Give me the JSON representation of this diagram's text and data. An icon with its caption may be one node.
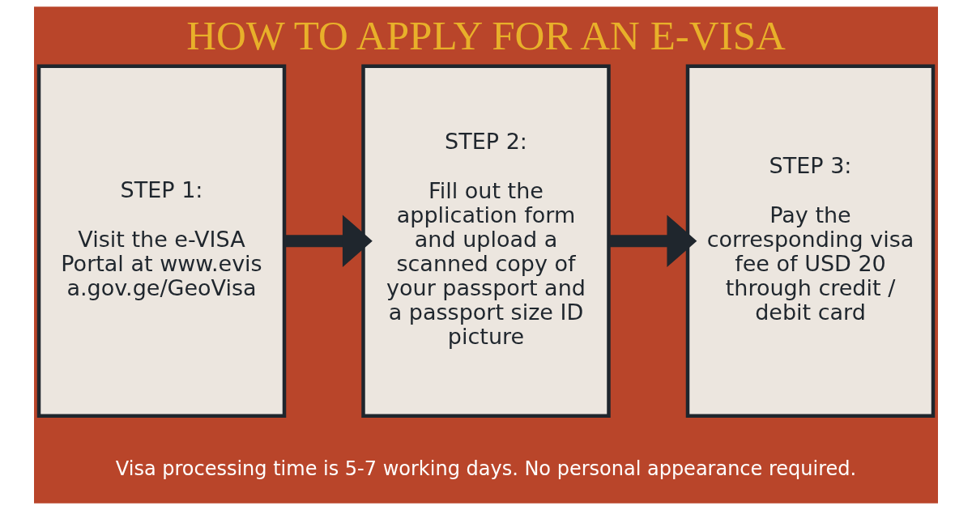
{
  "diagram": {
    "title": "HOW TO APPLY FOR AN E-VISA",
    "caption": "Visa processing time is 5-7 working days. No personal appearance required.",
    "nodes": [
      {
        "text": [
          "STEP 1:",
          "Visit the e-VISA Portal at www.evisa.gov.ge/GeoVisa"
        ]
      },
      {
        "text": [
          "STEP 2:",
          "Fill out the application form and upload a scanned copy of your passport and a passport size ID picture"
        ]
      },
      {
        "text": [
          "STEP 3:",
          "Pay the corresponding visa fee of USD 20 through credit / debit card"
        ]
      }
    ],
    "edges": [
      {
        "from": 0,
        "to": 1,
        "arrow": "to"
      },
      {
        "from": 1,
        "to": 2,
        "arrow": "to"
      }
    ]
  }
}
